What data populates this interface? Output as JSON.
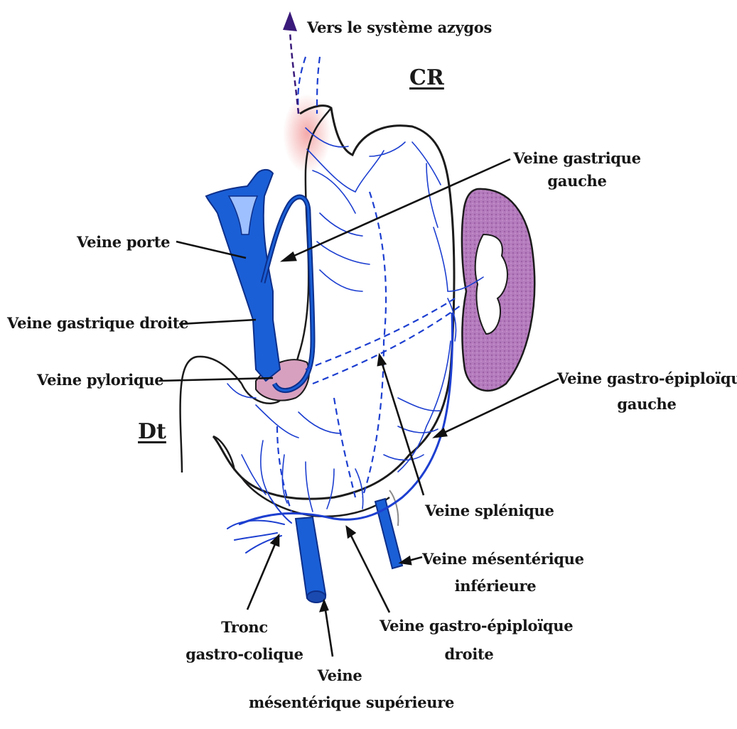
{
  "orientation": {
    "top": "CR",
    "left": "Dt"
  },
  "labels": {
    "azygos": "Vers le système azygos",
    "gastric_left_1": "Veine gastrique",
    "gastric_left_2": "gauche",
    "portal": "Veine porte",
    "gastric_right": "Veine gastrique droite",
    "pyloric": "Veine pylorique",
    "gastroepi_left_1": "Veine gastro-épiploïque",
    "gastroepi_left_2": "gauche",
    "splenic": "Veine splénique",
    "mesenteric_inf_1": "Veine mésentérique",
    "mesenteric_inf_2": "inférieure",
    "trunk_1": "Tronc",
    "trunk_2": "gastro-colique",
    "gastroepi_right_1": "Veine gastro-épiploïque",
    "gastroepi_right_2": "droite",
    "mesenteric_sup_1": "Veine",
    "mesenteric_sup_2": "mésentérique supérieure"
  },
  "colors": {
    "vein": "#1a5fd6",
    "vein_dark": "#0d2f8a",
    "branch": "#1d3fd0",
    "outline": "#1b1b1b",
    "spleen": "#b07ab8",
    "pylorus": "#d8a0bf",
    "cardia_glow": "#f0a0a0",
    "azygos_arrow": "#3a1a7a"
  }
}
